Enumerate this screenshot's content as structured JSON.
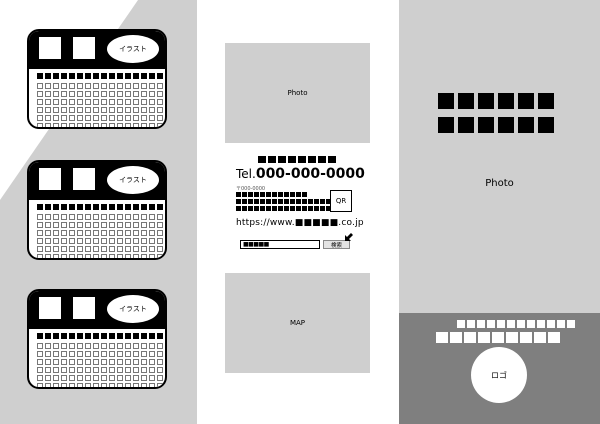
{
  "colors": {
    "panel_gray": "#cfcfcf",
    "band_gray": "#7f7f7f",
    "ink": "#000000",
    "paper": "#ffffff"
  },
  "left_panel": {
    "cards": [
      {
        "illust_label": "イラスト"
      },
      {
        "illust_label": "イラスト"
      },
      {
        "illust_label": "イラスト"
      }
    ]
  },
  "middle_panel": {
    "photo_label": "Photo",
    "tel_prefix": "Tel.",
    "tel_number": "000-000-0000",
    "zip": "〒000-0000",
    "qr_label": "QR",
    "url": "https://www.■■■■■.co.jp",
    "search_value": "■■■■■",
    "search_button": "検索",
    "map_label": "MAP"
  },
  "right_panel": {
    "photo_label": "Photo",
    "logo_label": "ロゴ"
  }
}
